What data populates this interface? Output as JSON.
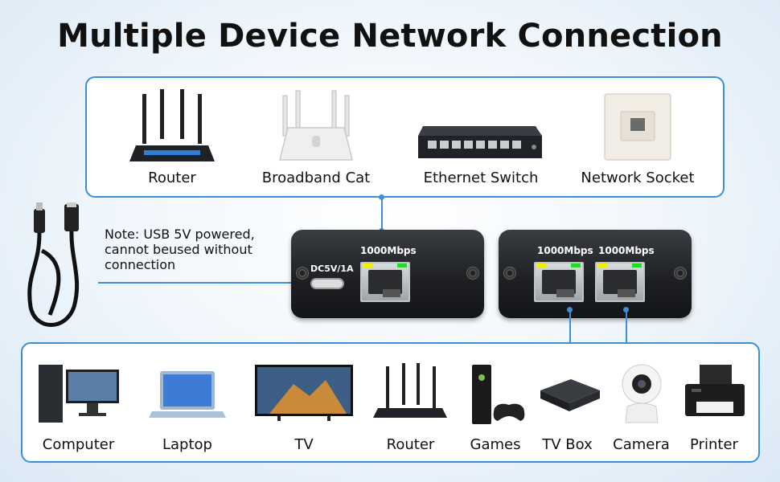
{
  "title": "Multiple Device Network Connection",
  "top_devices": [
    {
      "label": "Router",
      "icon": "wifi-router-icon"
    },
    {
      "label": "Broadband Cat",
      "icon": "broadband-modem-icon"
    },
    {
      "label": "Ethernet Switch",
      "icon": "ethernet-switch-icon"
    },
    {
      "label": "Network Socket",
      "icon": "network-socket-icon"
    }
  ],
  "note": "Note: USB 5V powered, cannot beused without connection",
  "adapter": {
    "power_label": "DC5V/1A",
    "port_speed": "1000Mbps",
    "switch_port1_speed": "1000Mbps",
    "switch_port2_speed": "1000Mbps"
  },
  "bottom_devices": [
    {
      "label": "Computer",
      "icon": "desktop-computer-icon"
    },
    {
      "label": "Laptop",
      "icon": "laptop-icon"
    },
    {
      "label": "TV",
      "icon": "tv-icon"
    },
    {
      "label": "Router",
      "icon": "router-icon"
    },
    {
      "label": "Games",
      "icon": "game-console-icon"
    },
    {
      "label": "TV Box",
      "icon": "tv-box-icon"
    },
    {
      "label": "Camera",
      "icon": "camera-icon"
    },
    {
      "label": "Printer",
      "icon": "printer-icon"
    }
  ],
  "colors": {
    "accent": "#3a8fd8",
    "led_yellow": "#f2f200",
    "led_green": "#22dd22"
  }
}
